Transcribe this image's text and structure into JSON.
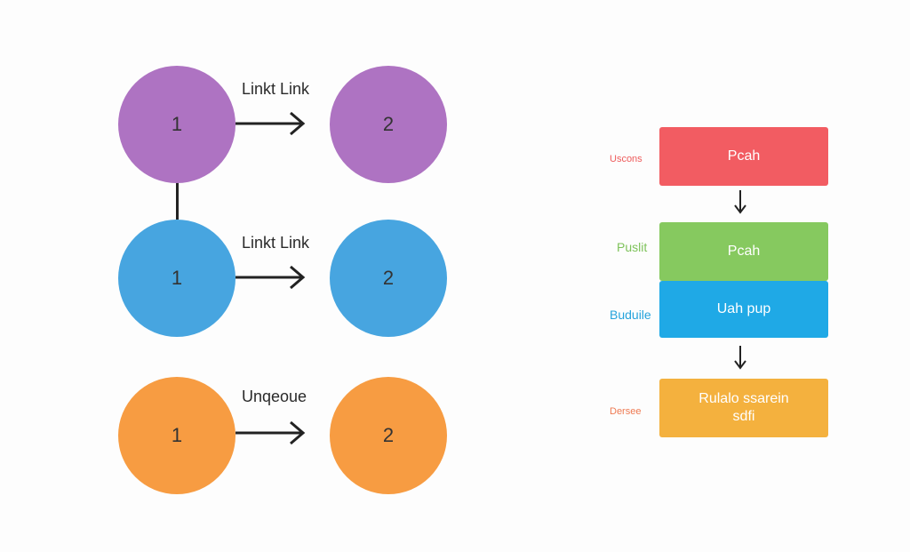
{
  "left_diagram": {
    "rows": [
      {
        "node_a": "1",
        "node_b": "2",
        "link_label": "Linkt Link",
        "color": "#ae73c2"
      },
      {
        "node_a": "1",
        "node_b": "2",
        "link_label": "Linkt Link",
        "color": "#47a5e0"
      },
      {
        "node_a": "1",
        "node_b": "2",
        "link_label": "Unqeoue",
        "color": "#f79c42"
      }
    ]
  },
  "right_diagram": {
    "boxes": [
      {
        "label": "Pcah",
        "side_label": "Uscons",
        "color": "#f25c62",
        "label_color": "#ee5c5c"
      },
      {
        "label": "Pcah",
        "side_label": "Puslit",
        "color": "#86c95f",
        "label_color": "#7ec25a"
      },
      {
        "label": "Uah pup",
        "side_label": "Buduile",
        "color": "#1fa9e6",
        "label_color": "#25a3dc"
      },
      {
        "label": "Rulalo ssarein sdfi",
        "side_label": "Dersee",
        "color": "#f4b13e",
        "label_color": "#ee7a52"
      }
    ]
  }
}
